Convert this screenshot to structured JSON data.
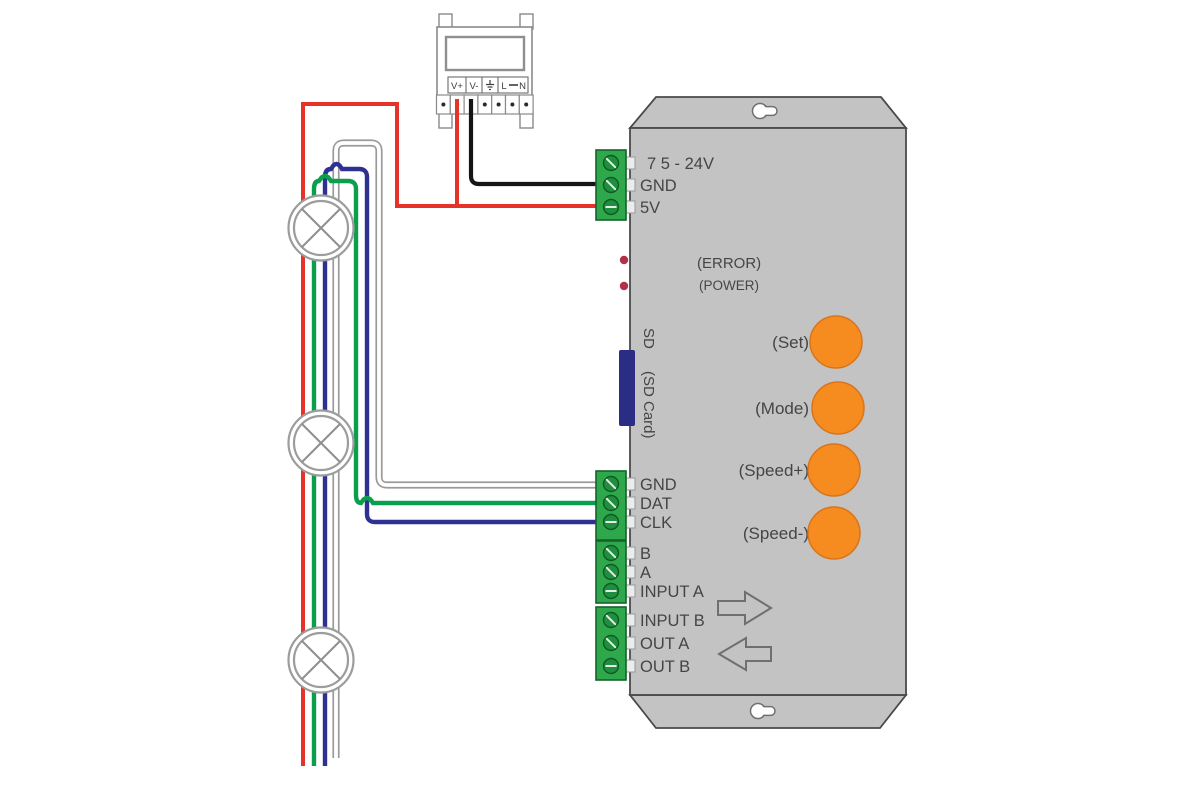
{
  "power_supply": {
    "terminals": [
      "V+",
      "V-",
      "L",
      "N"
    ]
  },
  "controller": {
    "power_terminals": [
      "7 5 - 24V",
      "GND",
      "5V"
    ],
    "status_leds": [
      "(ERROR)",
      "(POWER)"
    ],
    "sd_label": "SD",
    "sd_card_label": "(SD Card)",
    "buttons": [
      "(Set)",
      "(Mode)",
      "(Speed+)",
      "(Speed-)"
    ],
    "data_terminals": [
      "GND",
      "DAT",
      "CLK"
    ],
    "input_terminals": [
      "B",
      "A",
      "INPUT A"
    ],
    "output_terminals": [
      "INPUT B",
      "OUT A",
      "OUT B"
    ]
  },
  "colors": {
    "wire_red": "#e63329",
    "wire_black": "#151515",
    "wire_green": "#0b9f4d",
    "wire_blue": "#2e3191",
    "wire_white_core": "#ffffff",
    "wire_white_outline": "#9a9a9a",
    "terminal_green": "#2fa84c",
    "button_orange": "#f68b1f",
    "enclosure_gray": "#c3c3c3",
    "sd_slot_navy": "#2b2d85",
    "led_red": "#b33048"
  }
}
